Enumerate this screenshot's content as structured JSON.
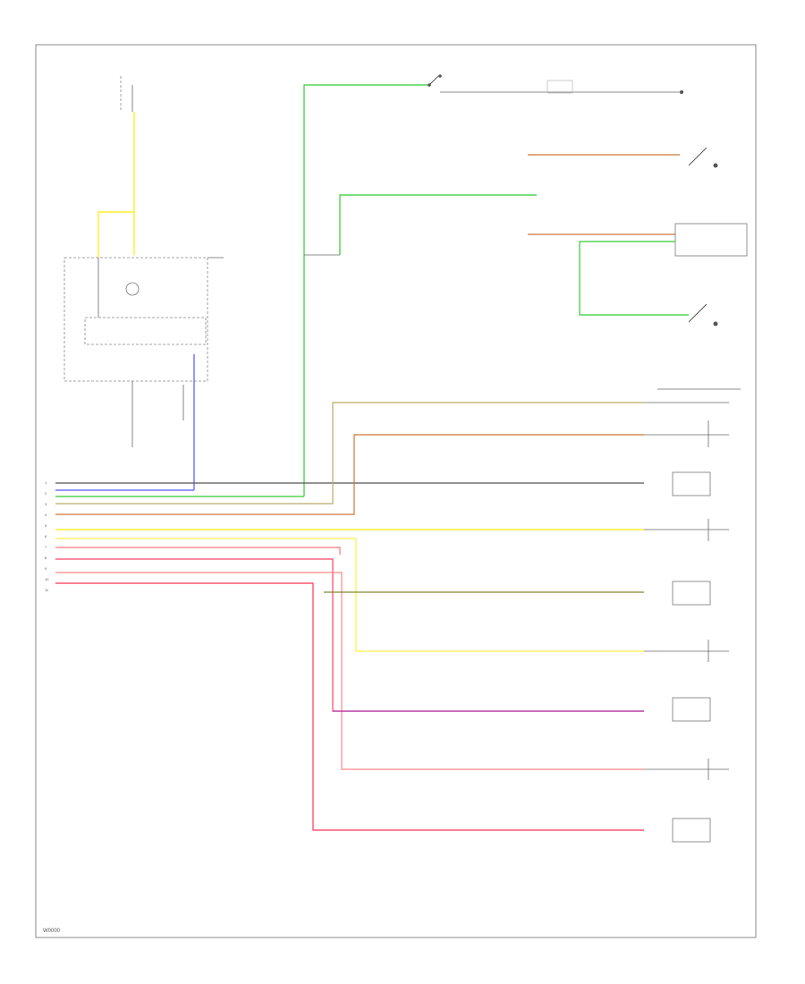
{
  "footer_code": "W0000",
  "colors": {
    "green": "#33cc33",
    "blue": "#5555ff",
    "yellow": "#ffee00",
    "orange": "#cc7733",
    "gray": "#777777",
    "pink": "#ff7777",
    "red": "#ff3355",
    "purple": "#aa33aa",
    "olive": "#888833"
  },
  "connector_pins": [
    "1",
    "2",
    "3",
    "4",
    "5",
    "6",
    "7",
    "8",
    "9",
    "10",
    "11"
  ]
}
